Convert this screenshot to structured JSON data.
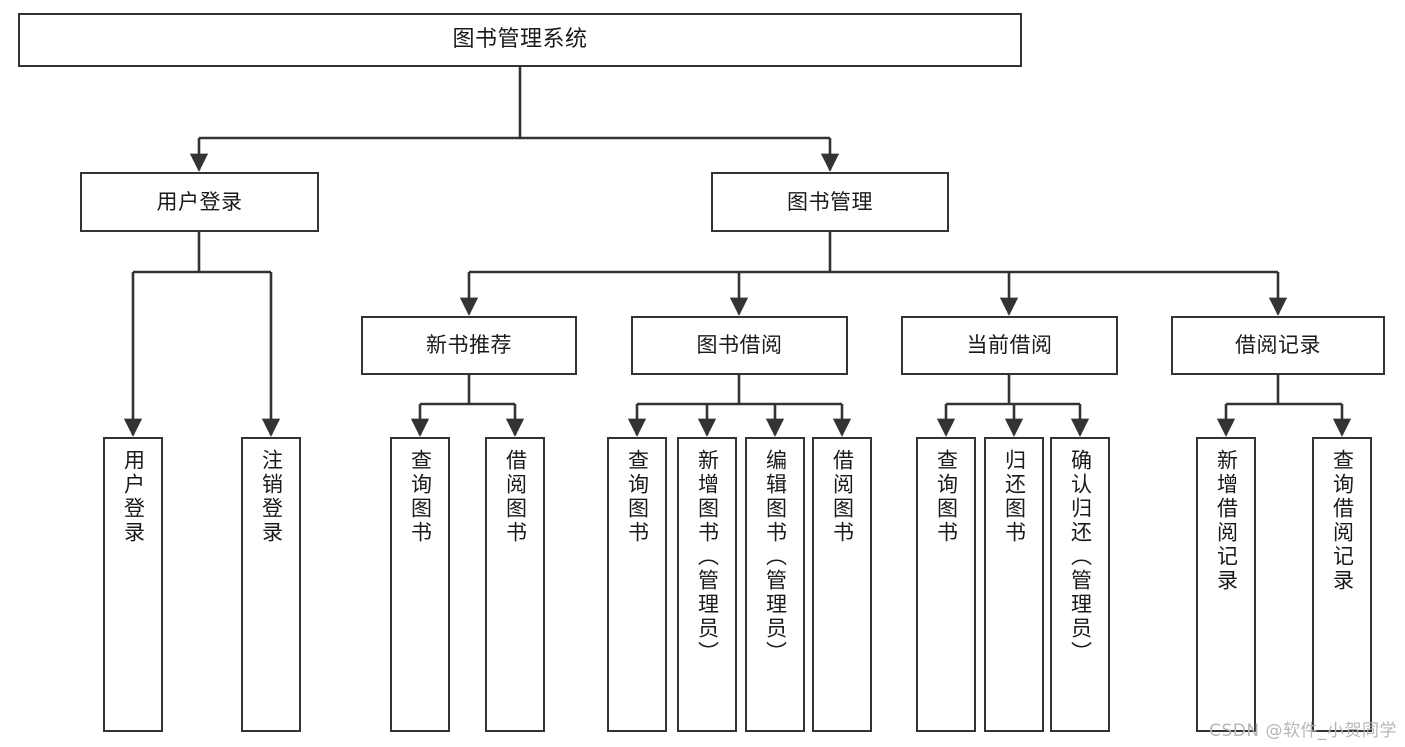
{
  "diagram": {
    "title": "图书管理系统",
    "type": "tree-hierarchy",
    "root": {
      "label": "图书管理系统"
    },
    "level1": [
      {
        "label": "用户登录"
      },
      {
        "label": "图书管理"
      }
    ],
    "level2": [
      {
        "label": "新书推荐"
      },
      {
        "label": "图书借阅"
      },
      {
        "label": "当前借阅"
      },
      {
        "label": "借阅记录"
      }
    ],
    "leaves": {
      "user_login": [
        {
          "label": "用户登录"
        },
        {
          "label": "注销登录"
        }
      ],
      "new_book_recommend": [
        {
          "label": "查询图书"
        },
        {
          "label": "借阅图书"
        }
      ],
      "book_borrow": [
        {
          "label": "查询图书"
        },
        {
          "label": "新增图书（管理员）"
        },
        {
          "label": "编辑图书（管理员）"
        },
        {
          "label": "借阅图书"
        }
      ],
      "current_borrow": [
        {
          "label": "查询图书"
        },
        {
          "label": "归还图书"
        },
        {
          "label": "确认归还（管理员）"
        }
      ],
      "borrow_record": [
        {
          "label": "新增借阅记录"
        },
        {
          "label": "查询借阅记录"
        }
      ]
    }
  },
  "watermark": {
    "text": "CSDN @软件_小贺同学"
  },
  "colors": {
    "border": "#333333",
    "fill": "#ffffff",
    "text": "#1a1a1a",
    "watermark": "#b6b6b6"
  }
}
